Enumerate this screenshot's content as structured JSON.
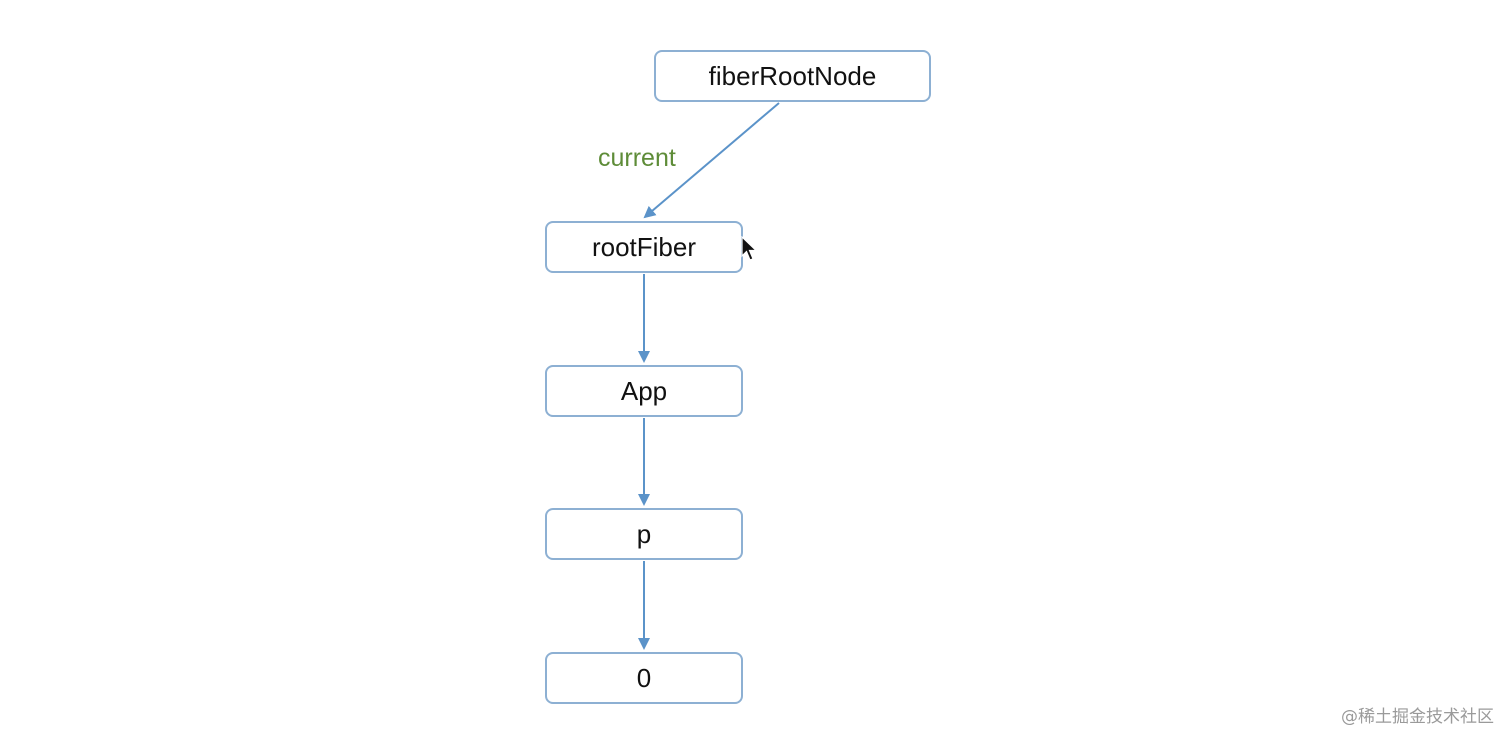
{
  "diagram": {
    "nodes": [
      {
        "id": "fiberRootNode",
        "label": "fiberRootNode"
      },
      {
        "id": "rootFiber",
        "label": "rootFiber"
      },
      {
        "id": "App",
        "label": "App"
      },
      {
        "id": "p",
        "label": "p"
      },
      {
        "id": "zero",
        "label": "0"
      }
    ],
    "edges": [
      {
        "from": "fiberRootNode",
        "to": "rootFiber",
        "label": "current"
      },
      {
        "from": "rootFiber",
        "to": "App",
        "label": ""
      },
      {
        "from": "App",
        "to": "p",
        "label": ""
      },
      {
        "from": "p",
        "to": "zero",
        "label": ""
      }
    ]
  },
  "watermark": "@稀土掘金技术社区",
  "colors": {
    "node_border": "#8db0d3",
    "edge": "#5b93c9",
    "edge_label": "#5e8c38"
  },
  "icons": {
    "cursor": "mouse-pointer-icon"
  }
}
